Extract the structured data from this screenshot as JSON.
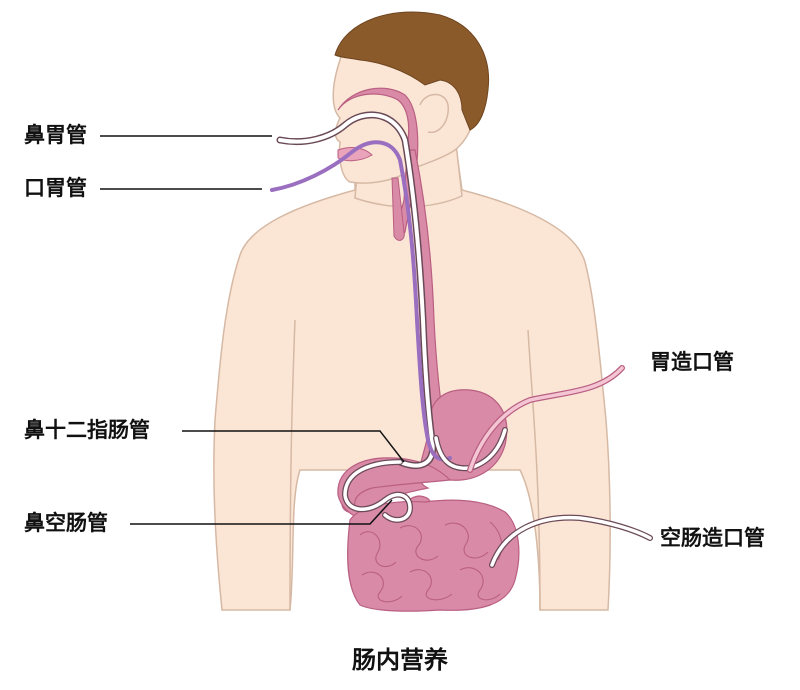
{
  "labels": {
    "nasogastric": "鼻胃管",
    "orogastric": "口胃管",
    "nasoduodenal": "鼻十二指肠管",
    "nasojejunal": "鼻空肠管",
    "gastrostomy": "胃造口管",
    "jejunostomy": "空肠造口管"
  },
  "caption": "肠内营养",
  "colors": {
    "skin": "#fbe6d6",
    "skin_outline": "#d6b9a4",
    "hair": "#8b5a2b",
    "organ": "#d98aa6",
    "organ_dark": "#b95f82",
    "tube_white": "#ffffff",
    "tube_purple": "#9b6fc0",
    "tube_outline": "#6b4a57"
  }
}
